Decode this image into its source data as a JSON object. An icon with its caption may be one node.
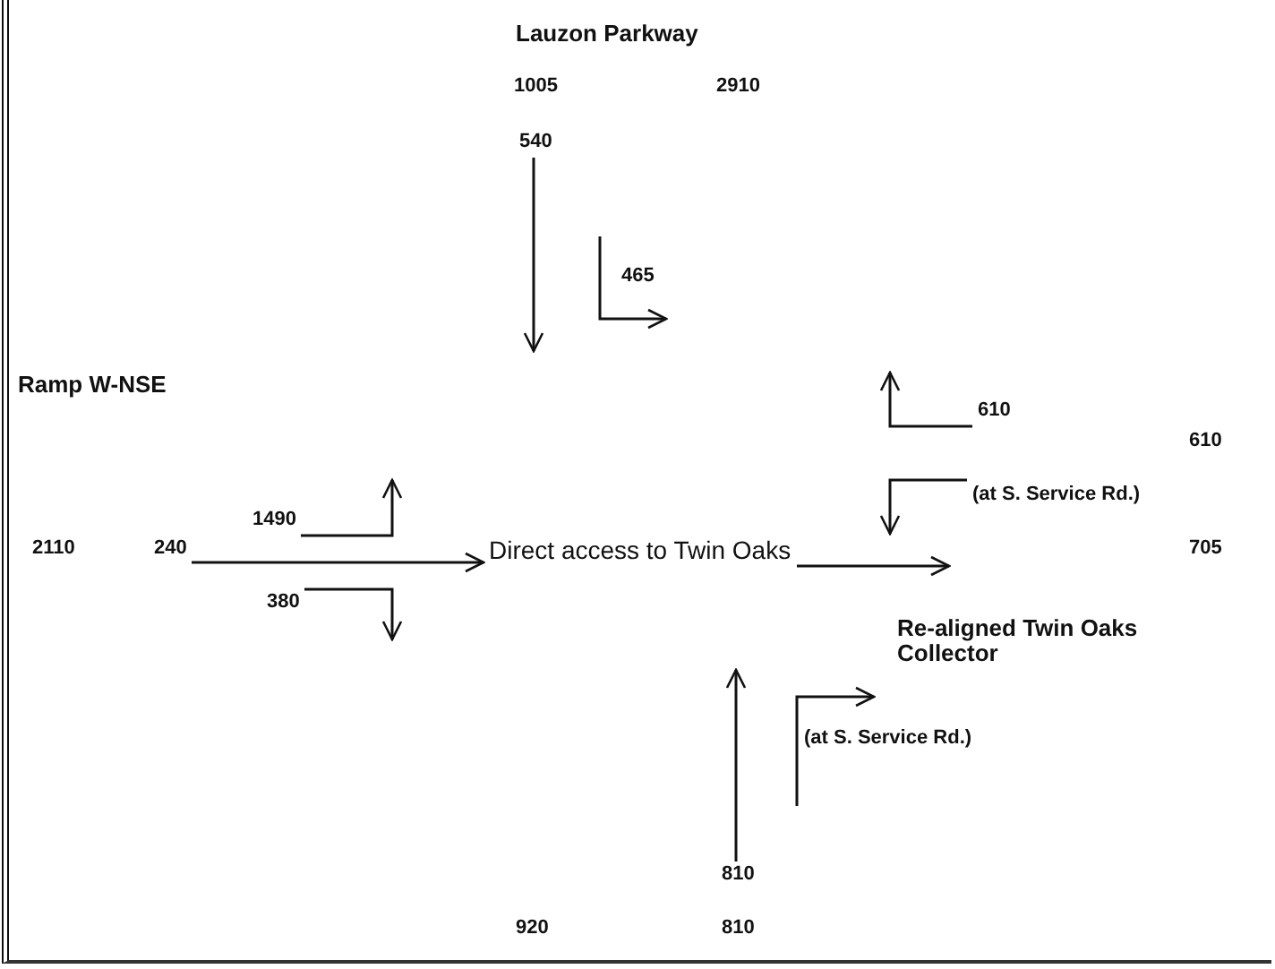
{
  "diagram": {
    "nodes": [
      {
        "text": [
          "540"
        ]
      },
      {
        "text": [
          "610"
        ]
      },
      {
        "text": [
          "(at S. Service Rd.)"
        ]
      },
      {
        "text": [
          "1490"
        ]
      },
      {
        "text": [
          "240"
        ]
      },
      {
        "text": [
          "Direct access to Twin Oaks"
        ]
      },
      {
        "text": [
          "380"
        ]
      },
      {
        "text": [
          "810"
        ]
      }
    ],
    "edges": [
      {
        "from": 0,
        "to": null,
        "arrow": "to"
      },
      {
        "from": 1,
        "to": null,
        "arrow": "to"
      },
      {
        "from": 2,
        "to": null,
        "arrow": "to"
      },
      {
        "from": 3,
        "to": null,
        "arrow": "to"
      },
      {
        "from": 4,
        "to": 5,
        "arrow": "to"
      },
      {
        "from": 5,
        "to": null,
        "arrow": "to"
      },
      {
        "from": 6,
        "to": null,
        "arrow": "to"
      },
      {
        "from": 7,
        "to": null,
        "arrow": "to"
      }
    ],
    "labels": [
      "Lauzon Parkway",
      "1005",
      "2910",
      "465",
      "Ramp W-NSE",
      "610",
      "2110",
      "705",
      "Re-aligned Twin Oaks Collector",
      "(at S. Service Rd.)",
      "920",
      "810"
    ]
  }
}
